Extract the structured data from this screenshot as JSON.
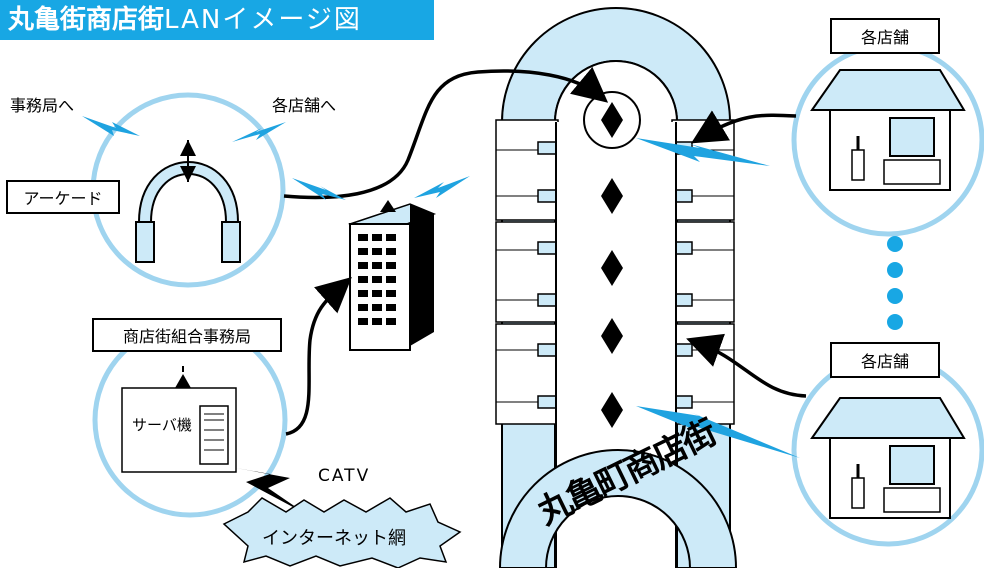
{
  "title": {
    "main": "丸亀街商店街",
    "sub": "LANイメージ図"
  },
  "labels": {
    "to_office": "事務局へ",
    "to_shops": "各店舗へ",
    "arcade": "アーケード",
    "association_office": "商店街組合事務局",
    "server": "サーバ機",
    "catv": "CATV",
    "internet": "インターネット網",
    "shop_top": "各店舗",
    "shop_bottom": "各店舗",
    "street_name": "丸亀町商店街"
  },
  "colors": {
    "accent": "#18a7e4",
    "light_blue": "#cdeaf8",
    "circle_stroke": "#9fd4ef",
    "spark": "#1fa3e0"
  }
}
